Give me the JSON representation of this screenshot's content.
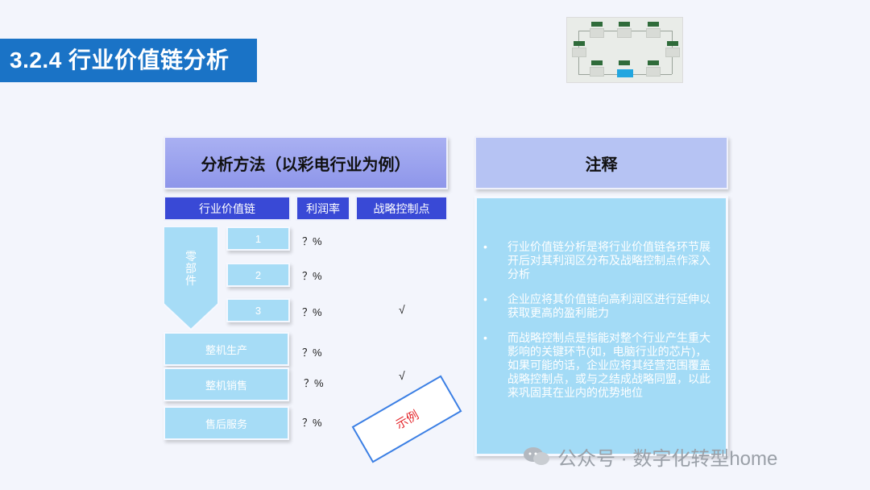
{
  "slide": {
    "title": "3.2.4 行业价值链分析"
  },
  "table": {
    "left_header": "分析方法（以彩电行业为例）",
    "right_header": "注释",
    "columns": [
      "行业价值链",
      "利润率",
      "战略控制点"
    ],
    "parts_label": "零\n部\n件",
    "sub_items": [
      {
        "label": "1",
        "margin": "？%",
        "control": ""
      },
      {
        "label": "2",
        "margin": "？%",
        "control": ""
      },
      {
        "label": "3",
        "margin": "？%",
        "control": "√"
      }
    ],
    "stages": [
      {
        "label": "整机生产",
        "margin": "？%",
        "control": ""
      },
      {
        "label": "整机销售",
        "margin": "？%",
        "control": "√"
      },
      {
        "label": "售后服务",
        "margin": "？%",
        "control": ""
      }
    ]
  },
  "notes": [
    "行业价值链分析是将行业价值链各环节展开后对其利润区分布及战略控制点作深入分析",
    "企业应将其价值链向高利润区进行延伸以获取更高的盈利能力",
    "而战略控制点是指能对整个行业产生重大影响的关键环节(如，电脑行业的芯片)，如果可能的话，企业应将其经营范围覆盖战略控制点，或与之结成战略同盟，以此来巩固其在业内的优势地位"
  ],
  "stamp": "示例",
  "watermark": "公众号 · 数字化转型home",
  "colors": {
    "title_bg": "#1a73c6",
    "column_header": "#3949d6",
    "cell": "#a6dcf6",
    "stamp_border": "#3b7fe4",
    "stamp_text": "#e4282d"
  }
}
